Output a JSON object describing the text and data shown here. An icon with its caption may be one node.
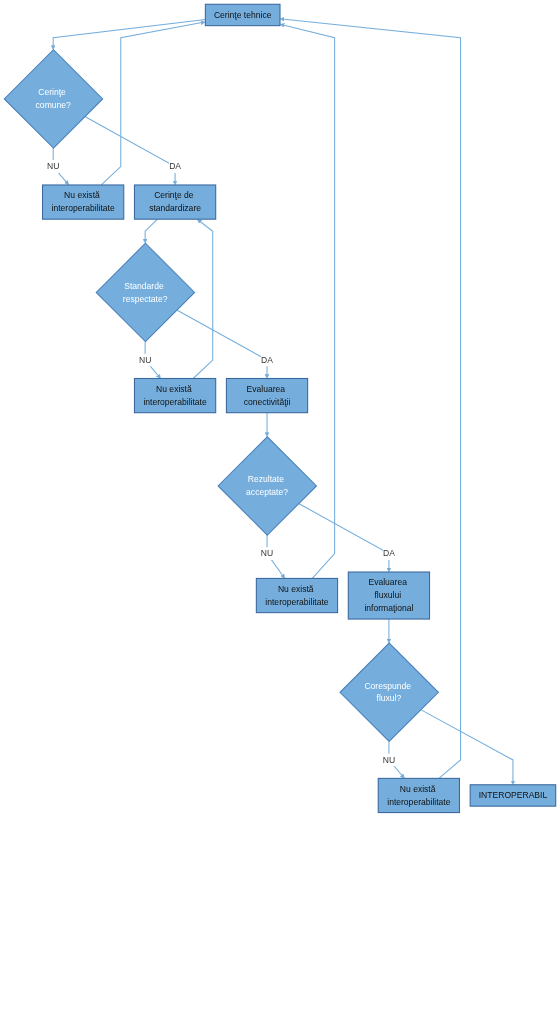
{
  "diagram": {
    "nodes": [
      {
        "text": [
          "Cerinţe tehnice"
        ]
      },
      {
        "text": [
          "Cerinţe comune?"
        ]
      },
      {
        "text": [
          "Nu există interoperabilitate"
        ]
      },
      {
        "text": [
          "Cerinţe de standardizare"
        ]
      },
      {
        "text": [
          "Standarde respectate?"
        ]
      },
      {
        "text": [
          "Nu există interoperabilitate"
        ]
      },
      {
        "text": [
          "Evaluarea conectivităţii"
        ]
      },
      {
        "text": [
          "Rezultate acceptate?"
        ]
      },
      {
        "text": [
          "Nu există interoperabilitate"
        ]
      },
      {
        "text": [
          "Evaluarea fluxului informaţional"
        ]
      },
      {
        "text": [
          "Corespunde fluxul?"
        ]
      },
      {
        "text": [
          "Nu există interoperabilitate"
        ]
      },
      {
        "text": [
          "INTEROPERABIL"
        ]
      }
    ],
    "edges": [
      {
        "from": 0,
        "to": 1,
        "arrow": "to"
      },
      {
        "from": 1,
        "to": 3,
        "label": "DA",
        "arrow": "to"
      },
      {
        "from": 1,
        "to": 2,
        "label": "NU",
        "arrow": "to"
      },
      {
        "from": 2,
        "to": 0,
        "arrow": "to"
      },
      {
        "from": 3,
        "to": 4,
        "arrow": "to"
      },
      {
        "from": 4,
        "to": 6,
        "label": "DA",
        "arrow": "to"
      },
      {
        "from": 4,
        "to": 5,
        "label": "NU",
        "arrow": "to"
      },
      {
        "from": 5,
        "to": 3,
        "arrow": "to"
      },
      {
        "from": 6,
        "to": 7,
        "arrow": "to"
      },
      {
        "from": 7,
        "to": 9,
        "label": "DA",
        "arrow": "to"
      },
      {
        "from": 7,
        "to": 8,
        "label": "NU",
        "arrow": "to"
      },
      {
        "from": 8,
        "to": 0,
        "arrow": "to"
      },
      {
        "from": 9,
        "to": 10,
        "arrow": "to"
      },
      {
        "from": 10,
        "to": 11,
        "label": "NU",
        "arrow": "to"
      },
      {
        "from": 11,
        "to": 0,
        "arrow": "to"
      },
      {
        "from": 10,
        "to": 12,
        "arrow": "to"
      }
    ]
  }
}
